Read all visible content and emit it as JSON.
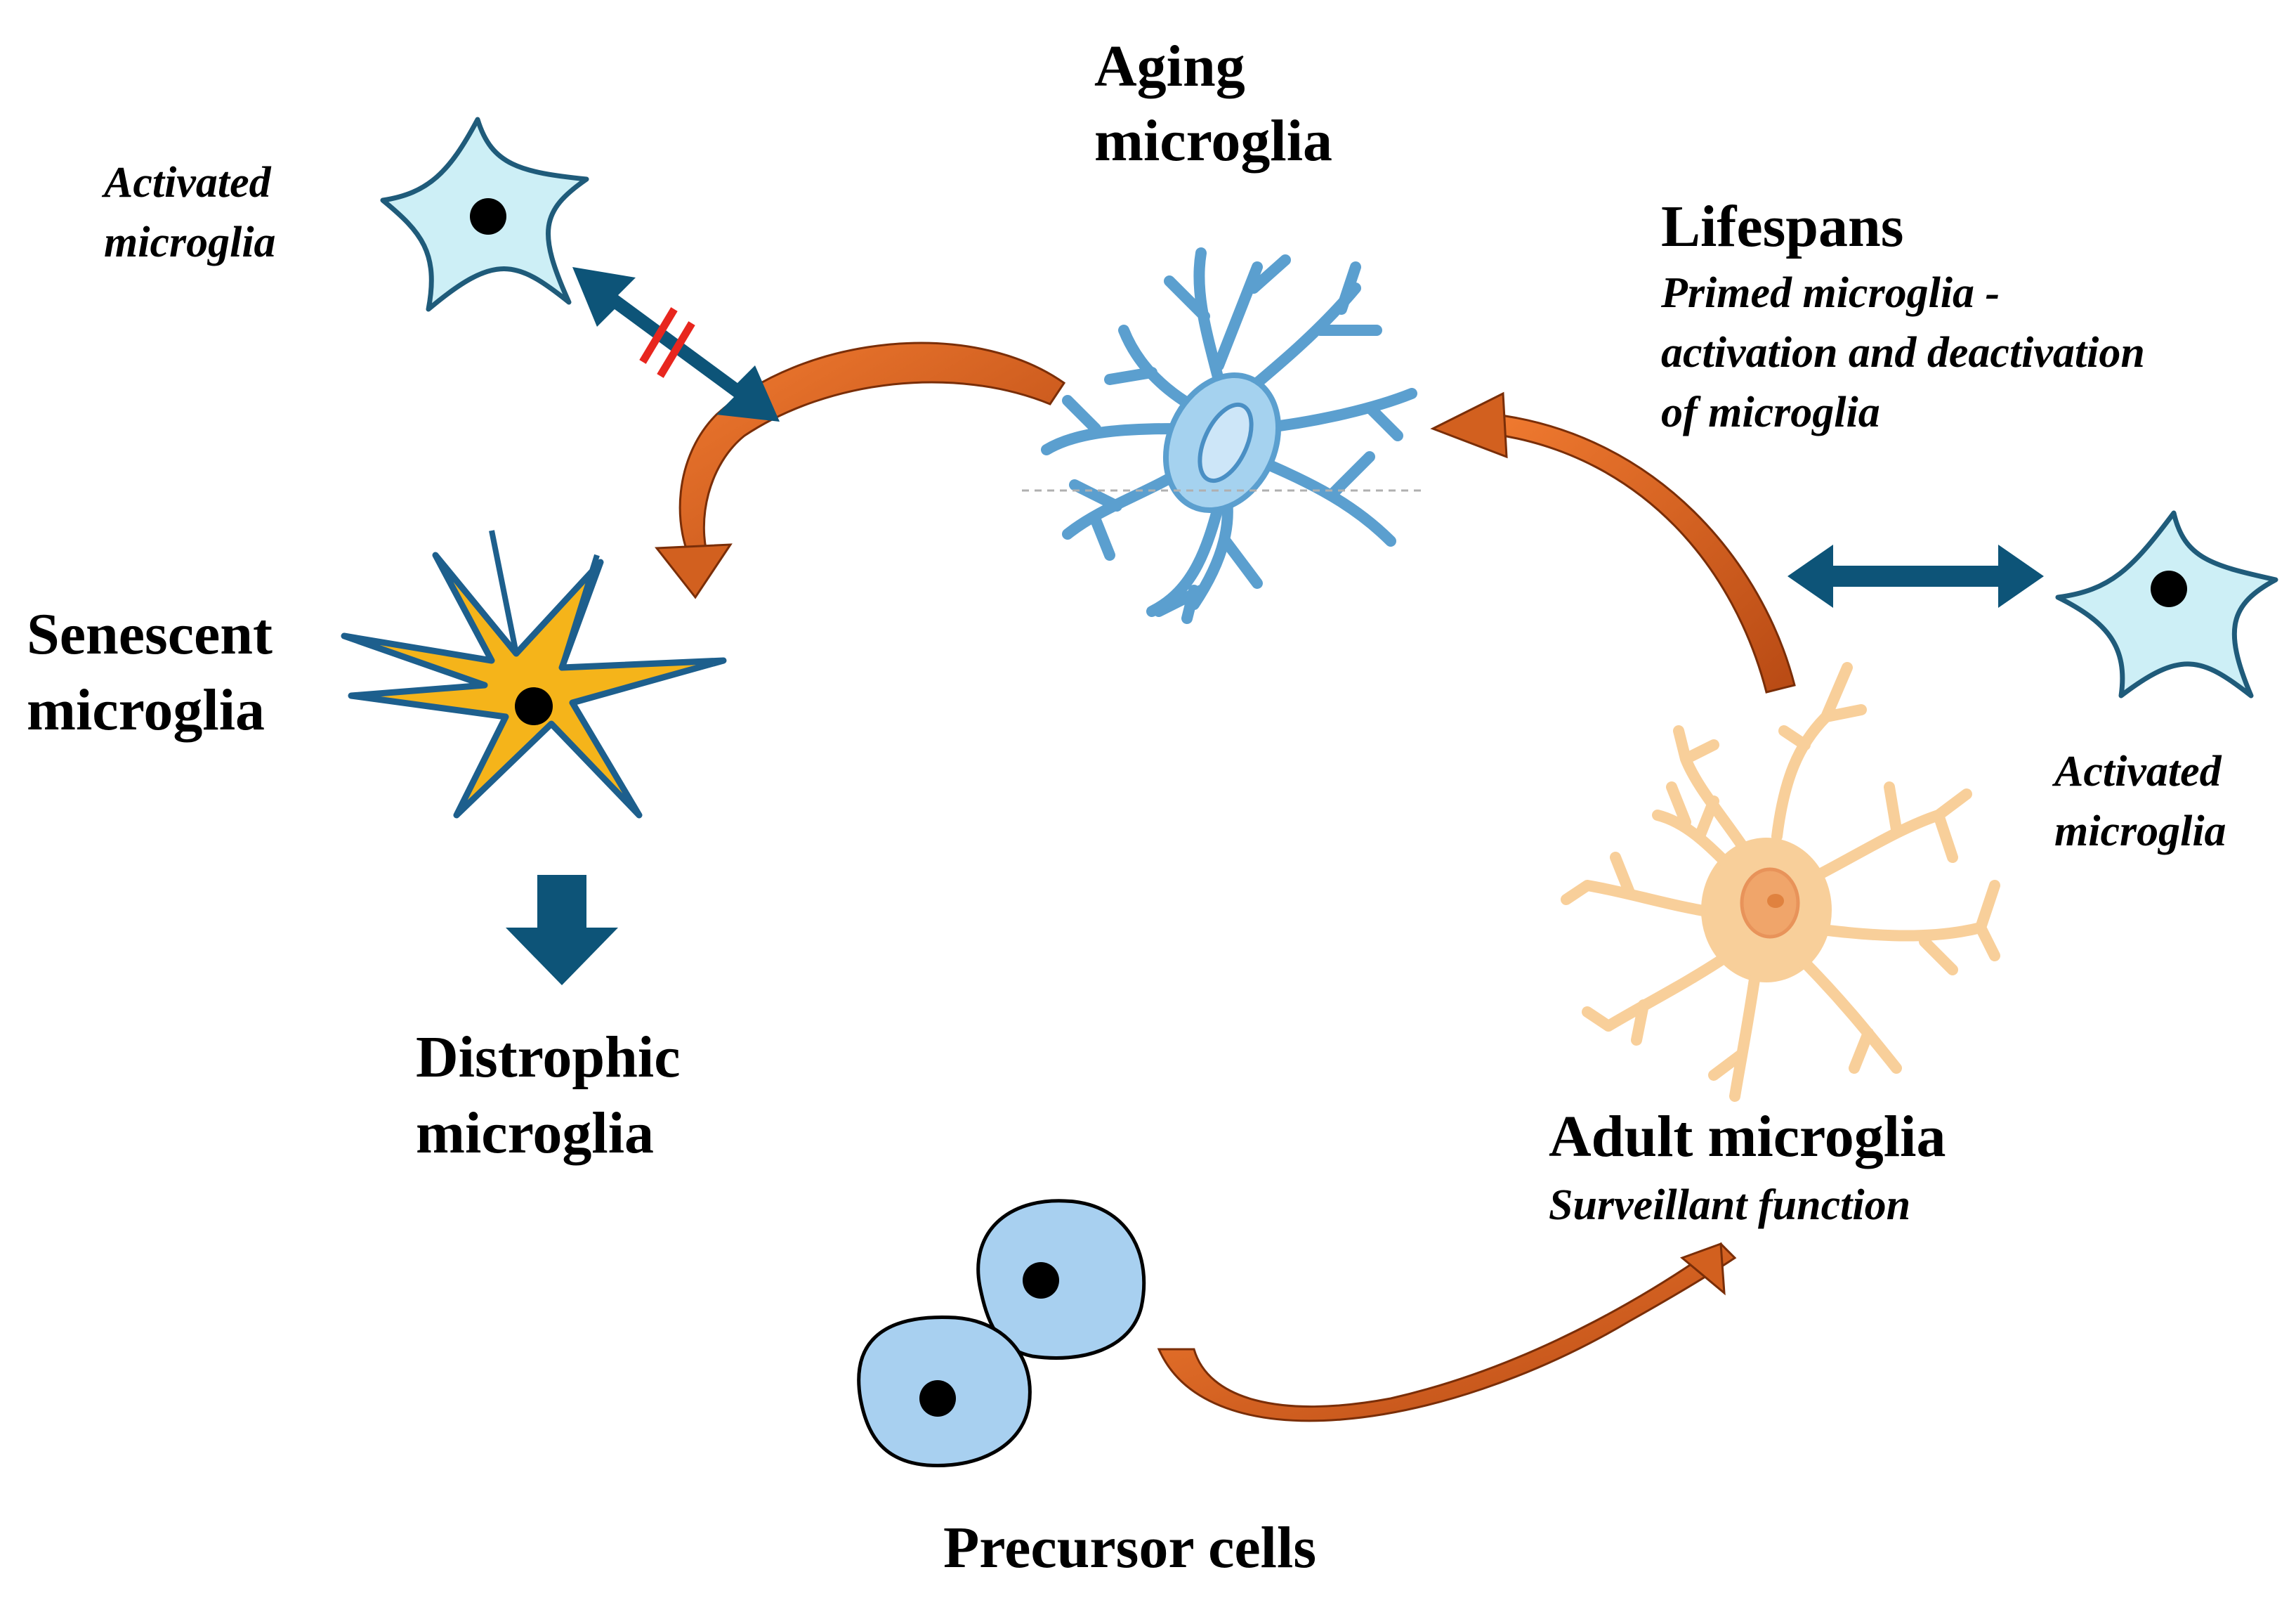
{
  "colors": {
    "cycle_arrow": "#d2601f",
    "link_arrow": "#0d5478",
    "block_mark": "#e8261e",
    "activated_cell_fill": "#cdeff6",
    "activated_cell_stroke": "#1f5b7a",
    "senescent_fill": "#f5b41a",
    "senescent_stroke": "#1d5f8d",
    "aging_fill": "#a5d2ef",
    "aging_stroke": "#5b9fcf",
    "adult_fill": "#f8cf9a",
    "adult_nucleus": "#f0a56a",
    "precursor_fill": "#a8d0f0",
    "nucleus": "#000000"
  },
  "labels": {
    "aging": [
      "Aging",
      "microglia"
    ],
    "lifespans_title": "Lifespans",
    "lifespans_sub": [
      "Primed microglia -",
      "activation and deactivation",
      "of microglia"
    ],
    "activated_left": [
      "Activated",
      "microglia"
    ],
    "activated_right": [
      "Activated",
      "microglia"
    ],
    "senescent": [
      "Senescent",
      "microglia"
    ],
    "distrophic": [
      "Distrophic",
      "microglia"
    ],
    "adult_title": "Adult microglia",
    "adult_sub": "Surveillant function",
    "precursor": "Precursor cells"
  },
  "icons": {
    "activated_cell": "star-cell-icon",
    "senescent_cell": "spiky-cell-icon",
    "aging_cell": "ramified-cell-icon",
    "adult_cell": "branched-cell-icon",
    "precursor_cell": "oval-cell-icon"
  }
}
